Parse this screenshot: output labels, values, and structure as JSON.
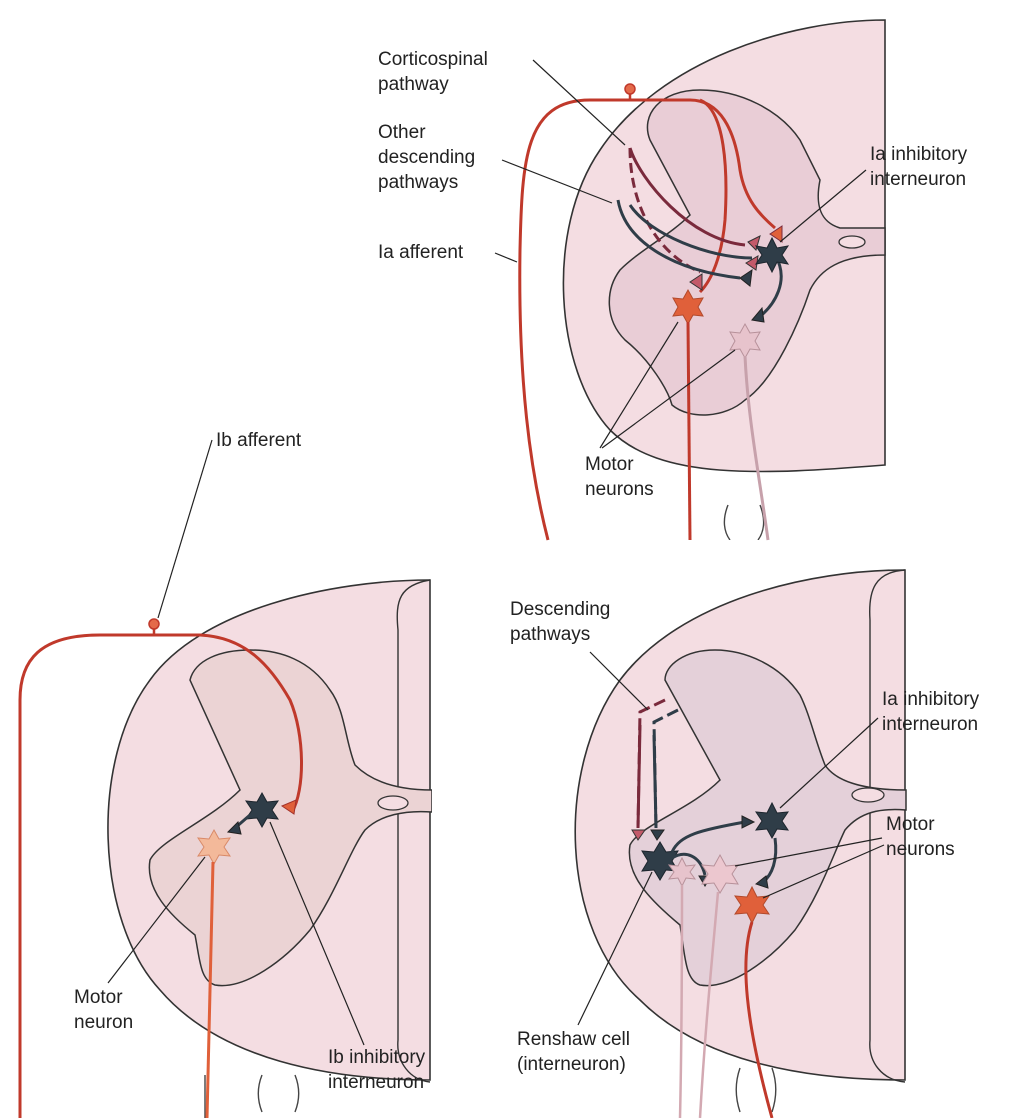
{
  "panels": {
    "ia": {
      "labels": {
        "corticospinal": [
          "Corticospinal",
          "pathway"
        ],
        "other_descending": [
          "Other",
          "descending",
          "pathways"
        ],
        "ia_afferent": [
          "Ia afferent"
        ],
        "ia_interneuron": [
          "Ia inhibitory",
          "interneuron"
        ],
        "motor_neurons": [
          "Motor",
          "neurons"
        ]
      }
    },
    "ib": {
      "labels": {
        "ib_afferent": [
          "Ib afferent"
        ],
        "motor_neuron": [
          "Motor",
          "neuron"
        ],
        "ib_interneuron": [
          "Ib inhibitory",
          "interneuron"
        ]
      }
    },
    "renshaw": {
      "labels": {
        "descending": [
          "Descending",
          "pathways"
        ],
        "ia_interneuron": [
          "Ia inhibitory",
          "interneuron"
        ],
        "motor_neurons": [
          "Motor",
          "neurons"
        ],
        "renshaw_cell": [
          "Renshaw cell",
          "(interneuron)"
        ]
      }
    }
  },
  "colors": {
    "cord_fill": "#f4dde2",
    "gray_matter": "#e9cdd6",
    "afferent_red": "#c0392b",
    "interneuron_dark": "#2f3d48",
    "motor_orange": "#e0603a",
    "motor_pale": "#f1b8a0",
    "motor_pink": "#d9aeb8",
    "descending_maroon": "#7a2a3c"
  }
}
